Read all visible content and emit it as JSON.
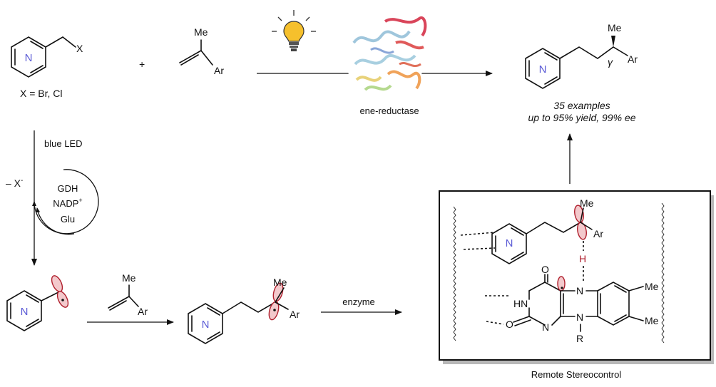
{
  "reactant_pyridine": {
    "ring_label": "N",
    "substituent": "X",
    "note": "X = Br, Cl"
  },
  "reagent_plus": "+",
  "alkene": {
    "methyl": "Me",
    "aryl": "Ar"
  },
  "enzyme_label": "ene-reductase",
  "product": {
    "ring_label": "N",
    "methyl": "Me",
    "aryl": "Ar",
    "gamma": "γ"
  },
  "scope": {
    "examples": "35 examples",
    "yield": "up to 95% yield, 99% ee"
  },
  "left_column": {
    "light": "blue LED",
    "loss": "– X",
    "loss_sup": "-"
  },
  "cycle": {
    "line1": "GDH",
    "line2": "NADP",
    "line2_sup": "+",
    "line3": "Glu"
  },
  "bottom_row": {
    "radical_ring_label": "N",
    "alkene_methyl": "Me",
    "alkene_aryl": "Ar",
    "intermediate_ring_label": "N",
    "intermediate_methyl": "Me",
    "intermediate_aryl": "Ar",
    "step_label": "enzyme"
  },
  "box": {
    "ring_label": "N",
    "methyl": "Me",
    "aryl": "Ar",
    "hydrogen": "H",
    "flavin": {
      "o_top": "O",
      "hn": "HN",
      "n5": "N",
      "me1": "Me",
      "me2": "Me",
      "n10": "N",
      "r": "R",
      "n1": "N",
      "o_left": "O"
    },
    "caption": "Remote Stereocontrol"
  },
  "colors": {
    "orbital_stroke": "#b0202e",
    "orbital_fill": "#f3c9cc",
    "ring_N": "#5b5bd6",
    "hydrogen": "#b0202e",
    "bulb": "#f6c02c"
  }
}
